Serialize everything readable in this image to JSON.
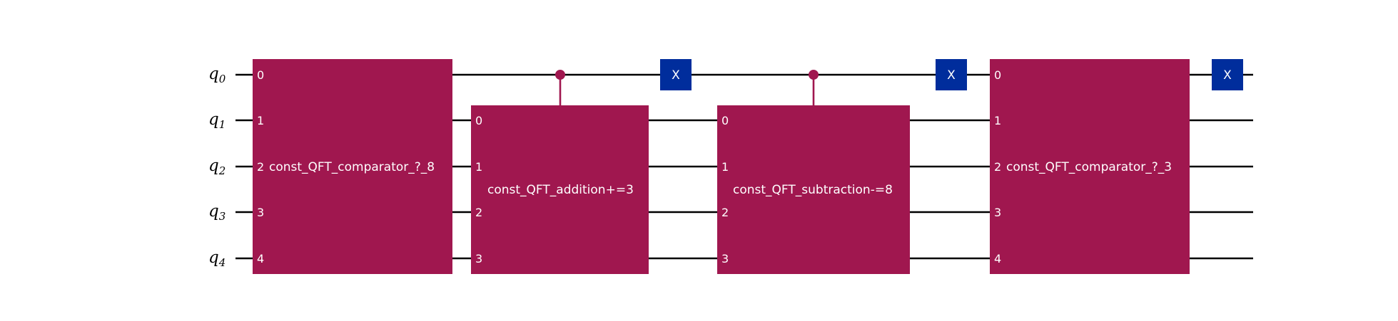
{
  "qubits": [
    {
      "label": "q",
      "index": "0"
    },
    {
      "label": "q",
      "index": "1"
    },
    {
      "label": "q",
      "index": "2"
    },
    {
      "label": "q",
      "index": "3"
    },
    {
      "label": "q",
      "index": "4"
    }
  ],
  "colors": {
    "wire": "#000000",
    "multi_gate": "#a0174f",
    "x_gate": "#002d9c",
    "text": "#ffffff"
  },
  "gates": [
    {
      "type": "multi",
      "name": "const_QFT_comparator_?_8",
      "ports": [
        "0",
        "1",
        "2",
        "3",
        "4"
      ]
    },
    {
      "type": "multi",
      "name": "const_QFT_addition+=3",
      "ports": [
        "0",
        "1",
        "2",
        "3"
      ],
      "control": true
    },
    {
      "type": "x",
      "name": "X"
    },
    {
      "type": "multi",
      "name": "const_QFT_subtraction-=8",
      "ports": [
        "0",
        "1",
        "2",
        "3"
      ],
      "control": true
    },
    {
      "type": "x",
      "name": "X"
    },
    {
      "type": "multi",
      "name": "const_QFT_comparator_?_3",
      "ports": [
        "0",
        "1",
        "2",
        "3",
        "4"
      ]
    },
    {
      "type": "x",
      "name": "X"
    }
  ]
}
